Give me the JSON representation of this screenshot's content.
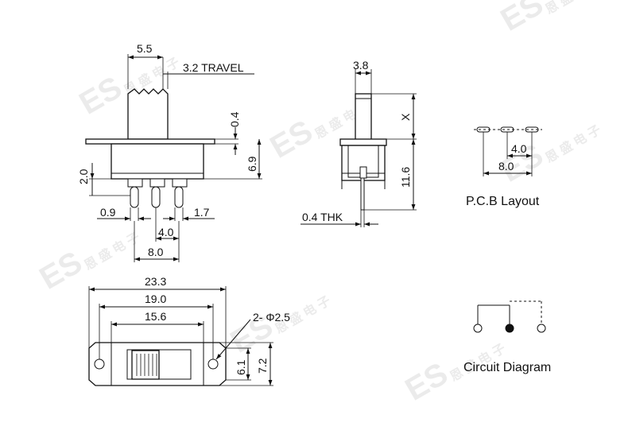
{
  "watermark": {
    "text": "ES",
    "cn": "恩 盛 电 子"
  },
  "front_view": {
    "dims": {
      "width_top": "5.5",
      "travel": "3.2 TRAVEL",
      "flange": "0.4",
      "body_h": "6.9",
      "pin_h": "2.0",
      "pin_w1": "0.9",
      "pin_w2": "1.7",
      "pitch": "4.0",
      "span": "8.0"
    }
  },
  "side_view": {
    "dims": {
      "actuator_w": "3.8",
      "x": "X",
      "height": "11.6",
      "thickness": "0.4 THK"
    }
  },
  "pcb": {
    "label": "P.C.B Layout",
    "dims": {
      "pitch": "4.0",
      "span": "8.0"
    }
  },
  "top_view": {
    "dims": {
      "overall": "23.3",
      "holes": "19.0",
      "body": "15.6",
      "hole_d": "2- Φ2.5",
      "h1": "6.1",
      "h2": "7.2"
    }
  },
  "circuit": {
    "label": "Circuit Diagram"
  }
}
